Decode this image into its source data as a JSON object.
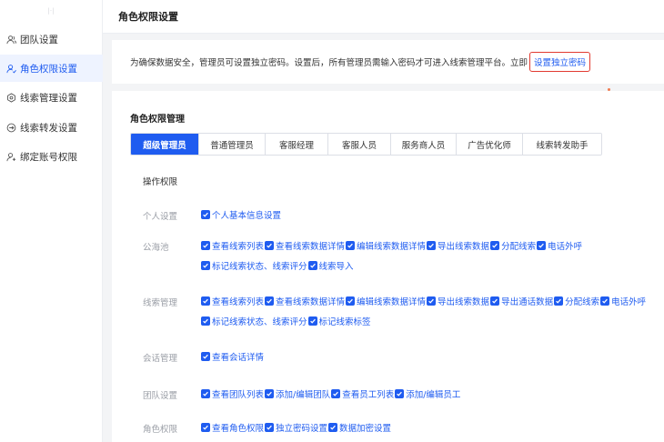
{
  "sidebar": {
    "logo_text": "|·|",
    "items": [
      {
        "label": "团队设置",
        "icon": "team-icon",
        "active": false
      },
      {
        "label": "角色权限设置",
        "icon": "user-role-icon",
        "active": true
      },
      {
        "label": "线索管理设置",
        "icon": "gear-icon",
        "active": false
      },
      {
        "label": "线索转发设置",
        "icon": "forward-icon",
        "active": false
      },
      {
        "label": "绑定账号权限",
        "icon": "bind-user-icon",
        "active": false
      }
    ]
  },
  "header": {
    "title": "角色权限设置"
  },
  "notice": {
    "text": "为确保数据安全，管理员可设置独立密码。设置后，所有管理员需输入密码才可进入线索管理平台。立即",
    "link_label": "设置独立密码"
  },
  "panel": {
    "title": "角色权限管理",
    "tabs": [
      {
        "label": "超级管理员",
        "active": true
      },
      {
        "label": "普通管理员",
        "active": false
      },
      {
        "label": "客服经理",
        "active": false
      },
      {
        "label": "客服人员",
        "active": false
      },
      {
        "label": "服务商人员",
        "active": false
      },
      {
        "label": "广告优化师",
        "active": false
      },
      {
        "label": "线索转发助手",
        "active": false
      }
    ],
    "section_label": "操作权限",
    "groups": [
      {
        "label": "个人设置",
        "lines": [
          [
            "个人基本信息设置"
          ]
        ]
      },
      {
        "label": "公海池",
        "lines": [
          [
            "查看线索列表",
            "查看线索数据详情",
            "编辑线索数据详情",
            "导出线索数据",
            "分配线索",
            "电话外呼"
          ],
          [
            "标记线索状态、线索评分",
            "线索导入"
          ]
        ]
      },
      {
        "label": "线索管理",
        "lines": [
          [
            "查看线索列表",
            "查看线索数据详情",
            "编辑线索数据详情",
            "导出线索数据",
            "导出通话数据",
            "分配线索",
            "电话外呼"
          ],
          [
            "标记线索状态、线索评分",
            "标记线索标签"
          ]
        ]
      },
      {
        "label": "会话管理",
        "lines": [
          [
            "查看会话详情"
          ]
        ]
      },
      {
        "label": "团队设置",
        "lines": [
          [
            "查看团队列表",
            "添加/编辑团队",
            "查看员工列表",
            "添加/编辑员工"
          ]
        ]
      },
      {
        "label": "角色权限",
        "lines": [
          [
            "查看角色权限",
            "独立密码设置",
            "数据加密设置"
          ]
        ]
      }
    ]
  },
  "colors": {
    "accent": "#1f5cf0",
    "highlight_border": "#e23a30"
  }
}
